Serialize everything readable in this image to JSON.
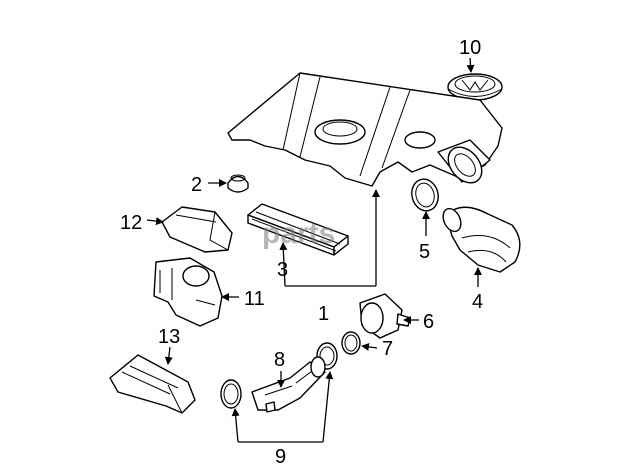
{
  "watermark": "parts",
  "callouts": [
    "1",
    "2",
    "3",
    "4",
    "5",
    "6",
    "7",
    "8",
    "9",
    "10",
    "11",
    "12",
    "13"
  ]
}
